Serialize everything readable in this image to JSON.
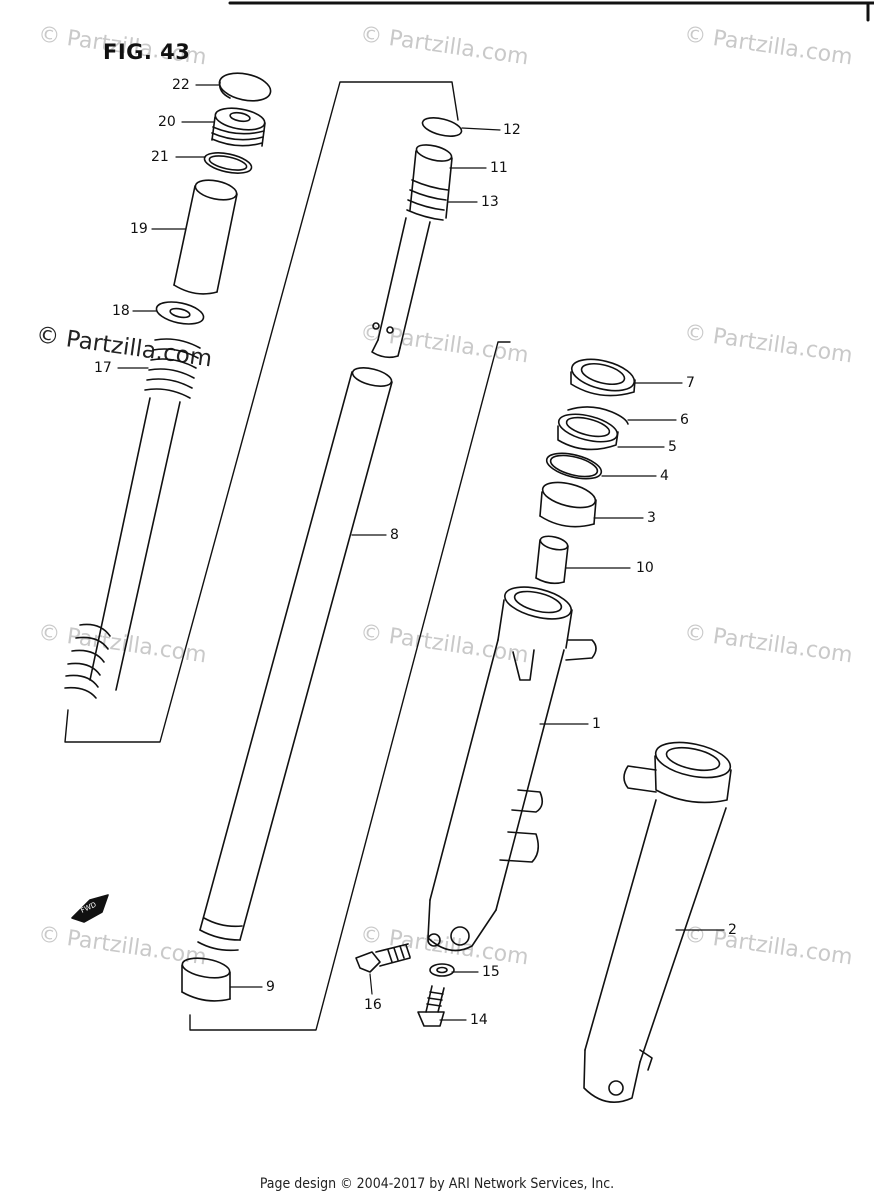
{
  "figure": {
    "title": "FIG. 43"
  },
  "footer": {
    "text": "Page design © 2004-2017 by ARI Network Services, Inc."
  },
  "watermark": {
    "text": "© Partzilla.com",
    "prominent_text": "© Partzilla.com"
  },
  "direction_badge": {
    "text": "FWD"
  },
  "callouts": [
    "22",
    "20",
    "21",
    "19",
    "18",
    "17",
    "12",
    "11",
    "13",
    "8",
    "7",
    "6",
    "5",
    "4",
    "3",
    "10",
    "1",
    "2",
    "9",
    "15",
    "16",
    "14"
  ]
}
